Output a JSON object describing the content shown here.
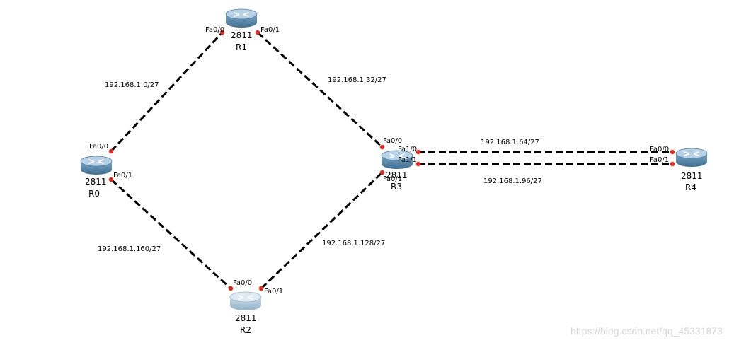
{
  "routers": [
    {
      "id": "R0",
      "name": "R0",
      "model": "2811"
    },
    {
      "id": "R1",
      "name": "R1",
      "model": "2811"
    },
    {
      "id": "R2",
      "name": "R2",
      "model": "2811"
    },
    {
      "id": "R3",
      "name": "R3",
      "model": "2811"
    },
    {
      "id": "R4",
      "name": "R4",
      "model": "2811"
    }
  ],
  "links": [
    {
      "id": "r0-r1",
      "network": "192.168.1.0/27",
      "a_port": "Fa0/0",
      "b_port": "Fa0/0"
    },
    {
      "id": "r1-r3",
      "network": "192.168.1.32/27",
      "a_port": "Fa0/1",
      "b_port": "Fa0/0"
    },
    {
      "id": "r0-r2",
      "network": "192.168.1.160/27",
      "a_port": "Fa0/1",
      "b_port": "Fa0/0"
    },
    {
      "id": "r2-r3",
      "network": "192.168.1.128/27",
      "a_port": "Fa0/1",
      "b_port": "Fa0/1"
    },
    {
      "id": "r3-r4-a",
      "network": "192.168.1.64/27",
      "a_port": "Fa1/0",
      "b_port": "Fa0/0"
    },
    {
      "id": "r3-r4-b",
      "network": "192.168.1.96/27",
      "a_port": "Fa1/1",
      "b_port": "Fa0/1"
    }
  ],
  "watermark": "https://blog.csdn.net/qq_45331873",
  "colors": {
    "link": "#000000",
    "port_dot": "#e8281c",
    "router_body": "#5e8fb3",
    "router_top": "#b7d2e6",
    "router_r2_body": "#a9c4d8",
    "watermark": "#d6d6d6"
  }
}
